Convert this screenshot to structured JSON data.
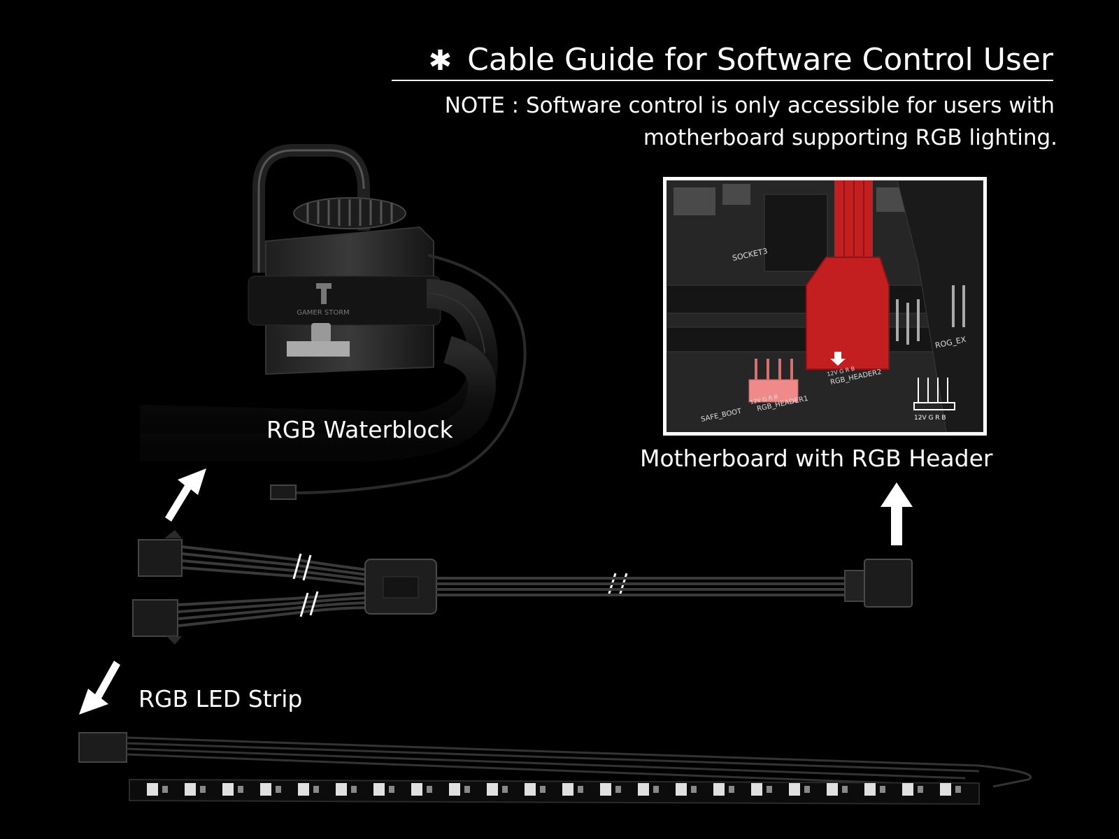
{
  "header": {
    "icon": "asterisk-icon",
    "title": "Cable Guide for Software Control User",
    "note_line1": "NOTE : Software control is only accessible for users with",
    "note_line2": "motherboard supporting RGB lighting."
  },
  "labels": {
    "waterblock": "RGB Waterblock",
    "motherboard": "Motherboard with RGB Header",
    "led_strip": "RGB LED Strip"
  },
  "waterblock": {
    "brand": "GAMER STORM"
  },
  "motherboard_photo": {
    "header1": "RGB_HEADER1",
    "header2": "RGB_HEADER2",
    "safe_boot": "SAFE_BOOT",
    "socket": "SOCKET3",
    "rog": "ROG_EX",
    "pins1": "12V G R B",
    "pins2": "12V G R B",
    "pinout_label": "12V G R B"
  },
  "colors": {
    "connector_red": "#c41f20",
    "header_pink": "#f08a8a",
    "background": "#000000"
  }
}
